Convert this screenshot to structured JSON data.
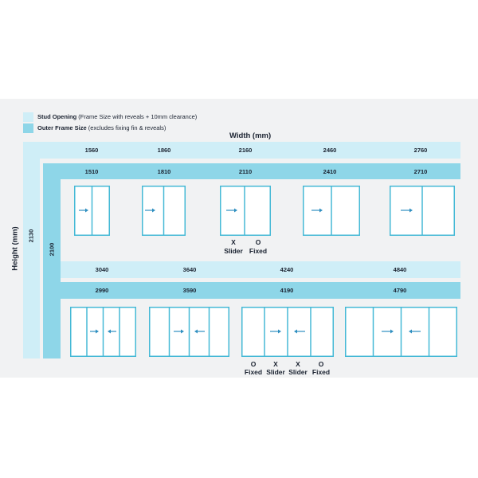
{
  "legend": {
    "stud_title": "Stud Opening",
    "stud_note": "(Frame Size with reveals + 10mm clearance)",
    "outer_title": "Outer Frame Size",
    "outer_note": "(excludes fixing fin & reveals)",
    "stud_color": "#cfeef7",
    "outer_color": "#8ed6e8"
  },
  "axes": {
    "width_label": "Width (mm)",
    "height_label": "Height (mm)",
    "stud_height": "2130",
    "outer_height": "2100"
  },
  "row1": {
    "stud_widths": [
      "1560",
      "1860",
      "2160",
      "2460",
      "2760"
    ],
    "outer_widths": [
      "1510",
      "1810",
      "2110",
      "2410",
      "2710"
    ],
    "config_codes": [
      "X",
      "O"
    ],
    "config_names": [
      "Slider",
      "Fixed"
    ]
  },
  "row2": {
    "stud_widths": [
      "3040",
      "3640",
      "4240",
      "4840"
    ],
    "outer_widths": [
      "2990",
      "3590",
      "4190",
      "4790"
    ],
    "config_codes": [
      "O",
      "X",
      "X",
      "O"
    ],
    "config_names": [
      "Fixed",
      "Slider",
      "Slider",
      "Fixed"
    ]
  },
  "colors": {
    "frame_stroke": "#45b9d6",
    "arrow": "#2f8fc0"
  },
  "icons": [
    "slide-right-arrow-icon",
    "slide-left-arrow-icon"
  ]
}
